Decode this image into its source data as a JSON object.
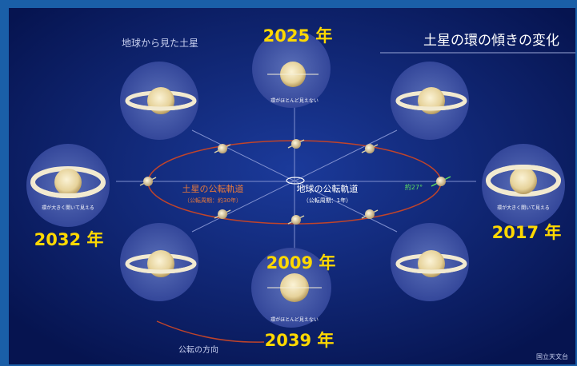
{
  "title": "土星の環の傾きの変化",
  "subtitle_left": "地球から見た土星",
  "credit": "国立天文台",
  "orbit_saturn": {
    "label": "土星の公転軌道",
    "note": "（公転周期：約30年）"
  },
  "orbit_earth": {
    "label": "地球の公転軌道",
    "note": "（公転周期：1年）"
  },
  "tilt_label": "約27°",
  "direction_label": "公転の方向",
  "views": {
    "top": {
      "year": "2025 年",
      "caption": "環がほとんど見えない"
    },
    "right": {
      "year": "2017 年",
      "caption": "環が大きく開いて見える"
    },
    "left": {
      "year": "2032 年",
      "caption": "環が大きく開いて見える"
    },
    "bottom": {
      "year_a": "2009 年",
      "year_b": "2039 年",
      "caption": "環がほとんど見えない"
    }
  },
  "colors": {
    "background": "#0a1a5c",
    "border": "#1a5fa8",
    "orbit": "#c0442a",
    "year": "#ffd800",
    "tilt": "#5ee05e"
  }
}
